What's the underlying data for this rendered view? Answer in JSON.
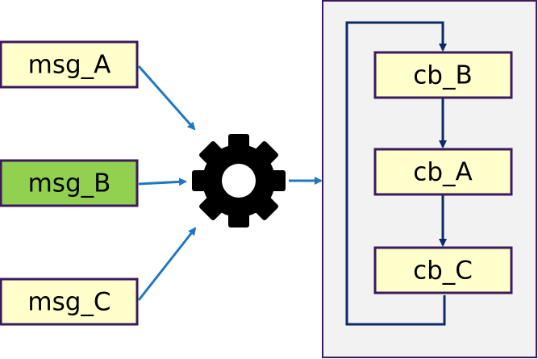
{
  "diagram": {
    "messages": [
      {
        "label": "msg_A",
        "fill": "#ffffcc"
      },
      {
        "label": "msg_B",
        "fill": "#92d050"
      },
      {
        "label": "msg_C",
        "fill": "#ffffcc"
      }
    ],
    "executor_icon": "gear-icon",
    "callback_panel": {
      "fill": "#f2f2f2",
      "callbacks": [
        {
          "label": "cb_B",
          "fill": "#ffffcc"
        },
        {
          "label": "cb_A",
          "fill": "#ffffcc"
        },
        {
          "label": "cb_C",
          "fill": "#ffffcc"
        }
      ]
    },
    "colors": {
      "box_border": "#3b1a5e",
      "input_arrow": "#1f77c4",
      "loop_line": "#0d2a66",
      "gear": "#000000"
    }
  }
}
